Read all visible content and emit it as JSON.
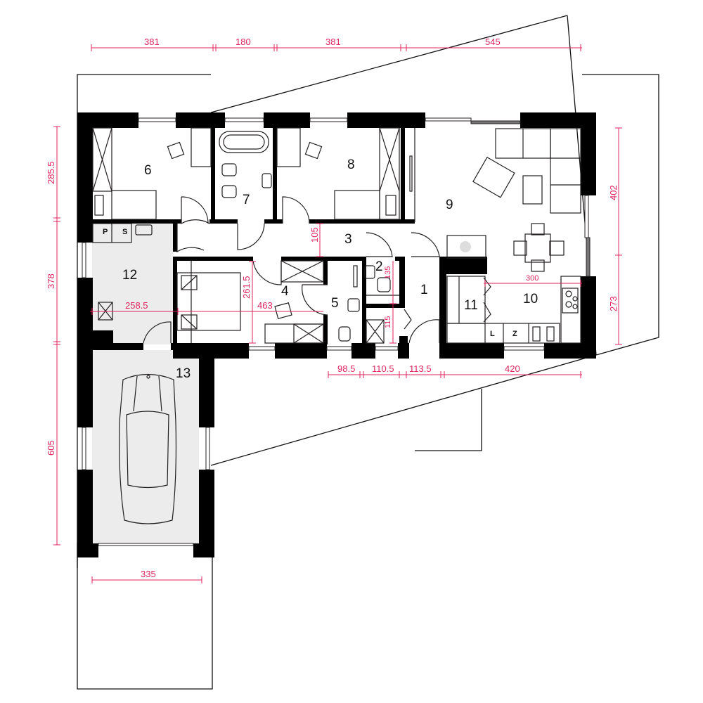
{
  "plan": {
    "type": "single-storey house floor plan with attached garage",
    "rooms": [
      {
        "id": "1",
        "label": "1"
      },
      {
        "id": "2",
        "label": "2"
      },
      {
        "id": "3",
        "label": "3"
      },
      {
        "id": "4",
        "label": "4"
      },
      {
        "id": "5",
        "label": "5"
      },
      {
        "id": "6",
        "label": "6"
      },
      {
        "id": "7",
        "label": "7"
      },
      {
        "id": "8",
        "label": "8"
      },
      {
        "id": "9",
        "label": "9"
      },
      {
        "id": "10",
        "label": "10"
      },
      {
        "id": "11",
        "label": "11"
      },
      {
        "id": "12",
        "label": "12"
      },
      {
        "id": "13",
        "label": "13"
      }
    ],
    "fixture_labels": {
      "p": "P",
      "s": "S",
      "l": "L",
      "z": "Z"
    },
    "dimensions": {
      "top": [
        "381",
        "180",
        "381",
        "545"
      ],
      "left": [
        "285.5",
        "378",
        "605"
      ],
      "right": [
        "402",
        "273"
      ],
      "bottom": [
        "98.5",
        "110.5",
        "113.5",
        "420"
      ],
      "garage_width": "335",
      "interior": {
        "room12_width": "258.5",
        "room4_width": "463",
        "room4_height": "261.5",
        "hall_depth": "105",
        "wc_depth": "135",
        "closet_depth": "115",
        "kitchen_width": "300"
      }
    },
    "colors": {
      "dimension": "#e0245e",
      "wall": "#000000",
      "utility_fill": "#ececec"
    }
  }
}
